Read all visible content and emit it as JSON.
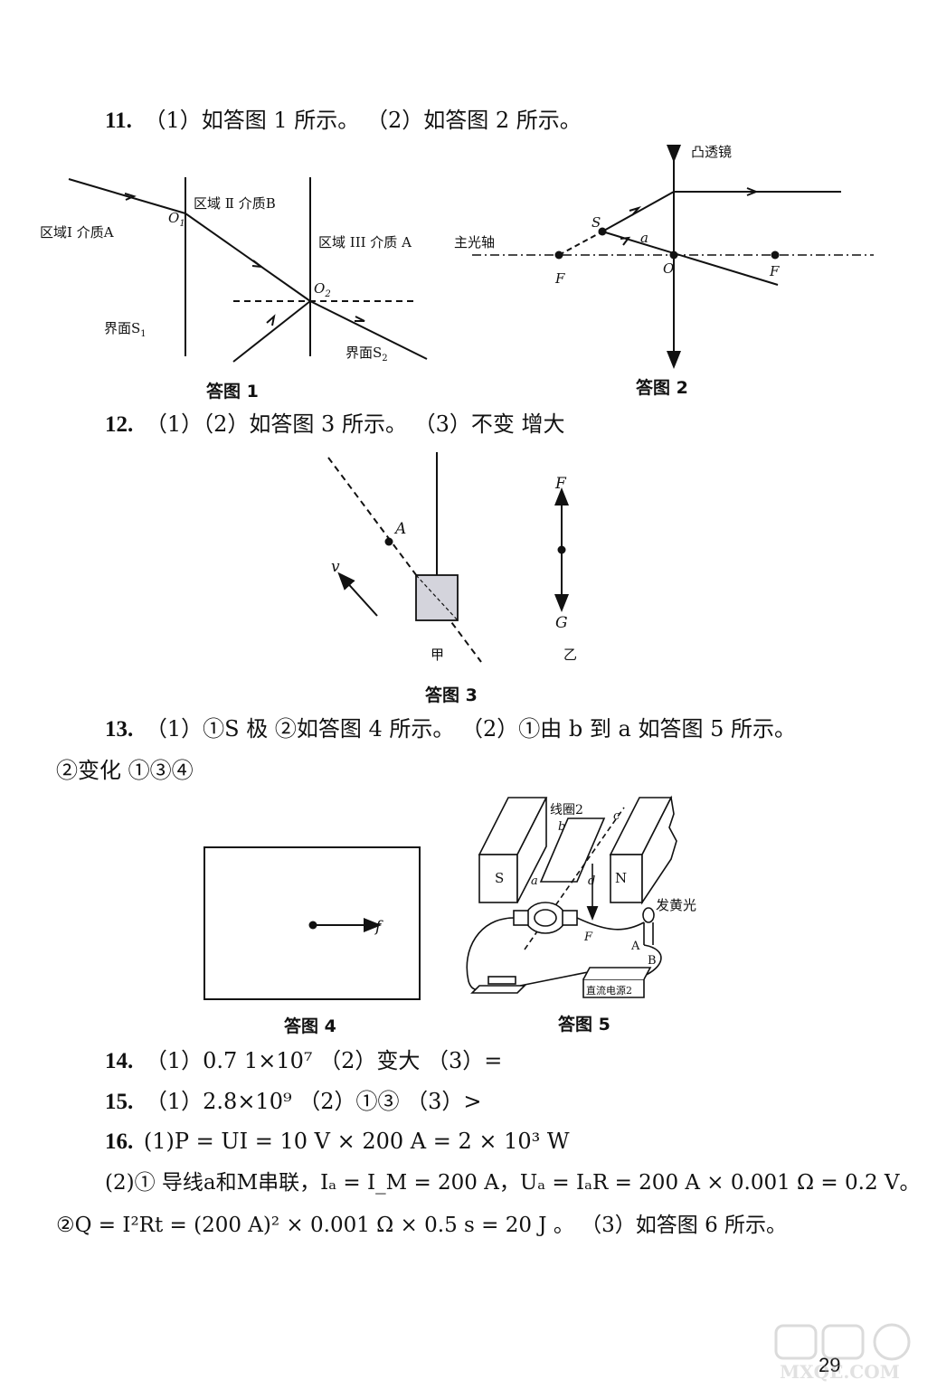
{
  "q11": {
    "num": "11.",
    "text": "（1）如答图 1 所示。   （2）如答图 2 所示。"
  },
  "fig1": {
    "caption": "答图 1",
    "region1": "区域Ⅰ 介质A",
    "region2": "区域 Ⅱ 介质B",
    "region3": "区域 III 介质 A",
    "o1": "O",
    "o1sub": "1",
    "o2": "O",
    "o2sub": "2",
    "iface1": "界面S",
    "iface1sub": "1",
    "iface2": "界面S",
    "iface2sub": "2"
  },
  "fig2": {
    "caption": "答图 2",
    "lens": "凸透镜",
    "axis": "主光轴",
    "s": "S",
    "a": "a",
    "o": "O",
    "f1": "F",
    "f2": "F"
  },
  "q12": {
    "num": "12.",
    "text": "（1）（2）如答图 3 所示。   （3）不变   增大"
  },
  "fig3": {
    "caption": "答图 3",
    "a": "A",
    "v": "v",
    "f": "F",
    "g": "G",
    "jia": "甲",
    "yi": "乙"
  },
  "q13": {
    "num": "13.",
    "text": "（1）①S 极  ②如答图 4 所示。  （2）①由 b 到 a   如答图 5 所示。",
    "line2": "②变化   ①③④"
  },
  "fig4": {
    "caption": "答图 4",
    "f": "f"
  },
  "fig5": {
    "caption": "答图 5",
    "coil": "线圈2",
    "s": "S",
    "n": "N",
    "a": "a",
    "b": "b",
    "c": "c",
    "d": "d",
    "f": "F",
    "bulb": "发黄光",
    "pa": "A",
    "pb": "B",
    "source": "直流电源2"
  },
  "q14": {
    "num": "14.",
    "text": "（1）0.7    1×10⁷    （2）变大    （3）="
  },
  "q15": {
    "num": "15.",
    "text": "（1）2.8×10⁹    （2）①③    （3）>"
  },
  "q16": {
    "num": "16.",
    "l1": "(1)P = UI = 10 V × 200 A = 2 × 10³ W",
    "l2": "(2)① 导线a和M串联，Iₐ = I_M = 200 A，Uₐ = IₐR = 200 A × 0.001 Ω = 0.2 V。",
    "l3": "②Q = I²Rt = (200 A)² × 0.001 Ω × 0.5 s = 20 J 。   （3）如答图 6 所示。"
  },
  "page_number": "29",
  "watermark": "答案圈 MXQE.COM"
}
